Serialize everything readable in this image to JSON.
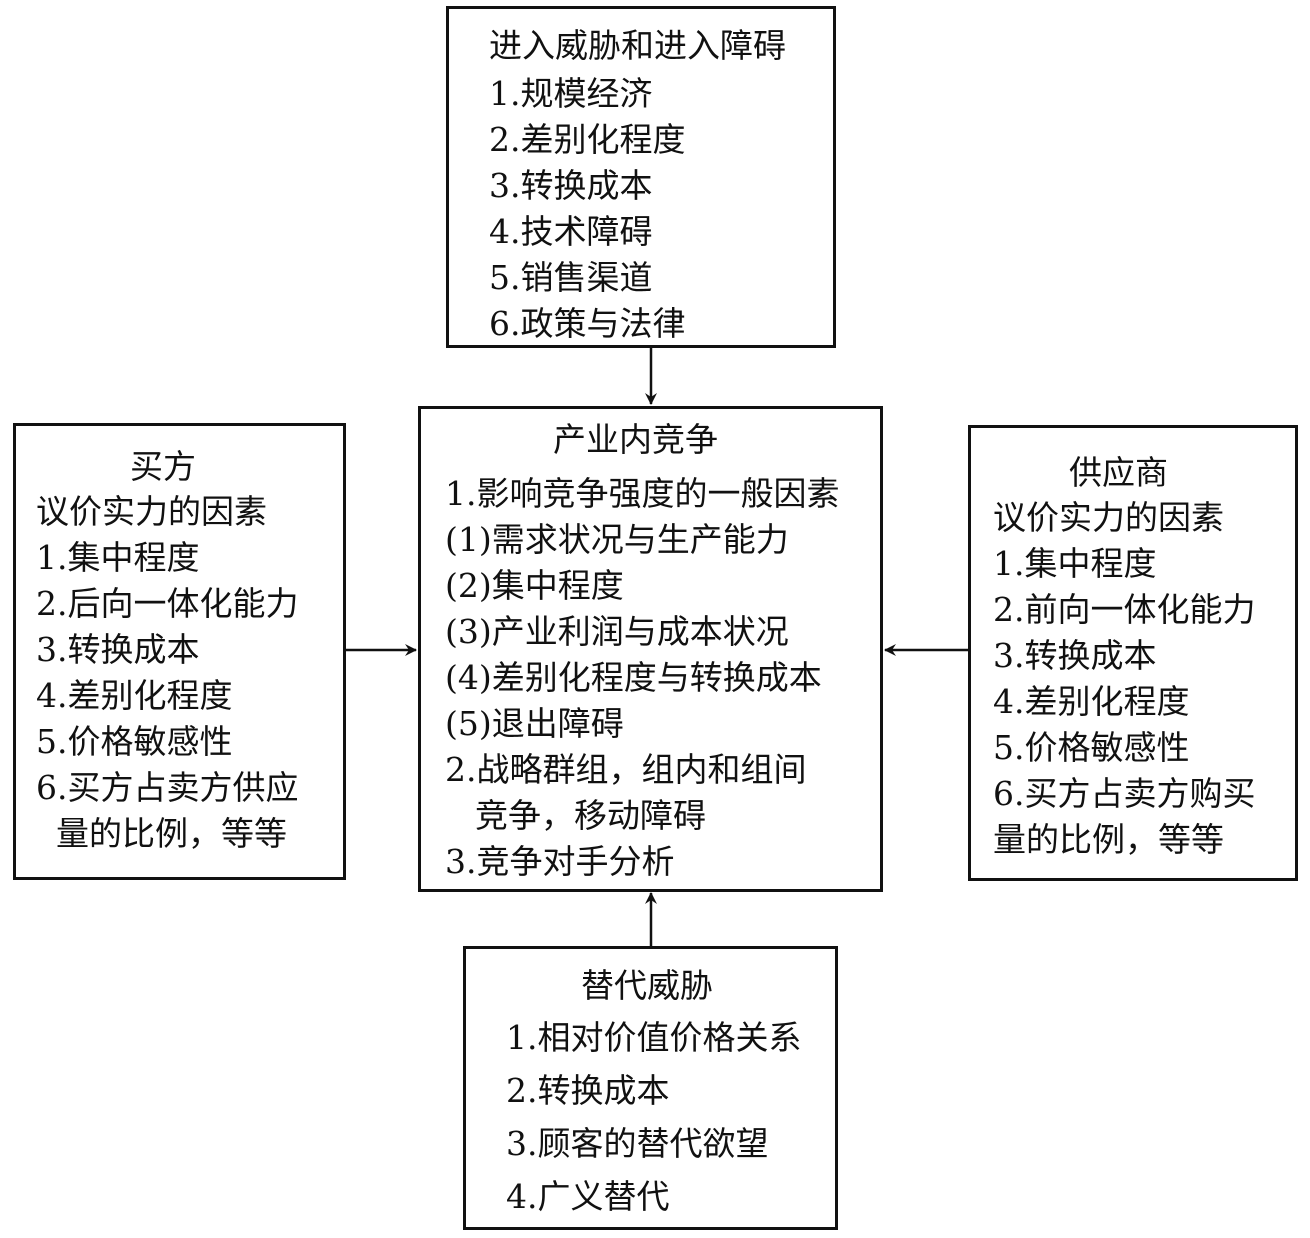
{
  "diagram": {
    "colors": {
      "line": "#111111",
      "background": "#ffffff"
    },
    "top": {
      "title": "进入威胁和进入障碍",
      "items": [
        "1.规模经济",
        "2.差别化程度",
        "3.转换成本",
        "4.技术障碍",
        "5.销售渠道",
        "6.政策与法律"
      ]
    },
    "left": {
      "title": "买方",
      "items": [
        "议价实力的因素",
        "1.集中程度",
        "2.后向一体化能力",
        "3.转换成本",
        "4.差别化程度",
        "5.价格敏感性",
        "6.买方占卖方供应",
        "量的比例，等等"
      ]
    },
    "center": {
      "title": "产业内竞争",
      "items": [
        "1.影响竞争强度的一般因素",
        "(1)需求状况与生产能力",
        "(2)集中程度",
        "(3)产业利润与成本状况",
        "(4)差别化程度与转换成本",
        "(5)退出障碍",
        "2.战略群组，组内和组间",
        "竞争，移动障碍",
        "3.竞争对手分析"
      ]
    },
    "right": {
      "title": "供应商",
      "items": [
        "议价实力的因素",
        "1.集中程度",
        "2.前向一体化能力",
        "3.转换成本",
        "4.差别化程度",
        "5.价格敏感性",
        "6.买方占卖方购买",
        "量的比例，等等"
      ]
    },
    "bottom": {
      "title": "替代威胁",
      "items": [
        "1.相对价值价格关系",
        "2.转换成本",
        "3.顾客的替代欲望",
        "4.广义替代"
      ]
    }
  }
}
